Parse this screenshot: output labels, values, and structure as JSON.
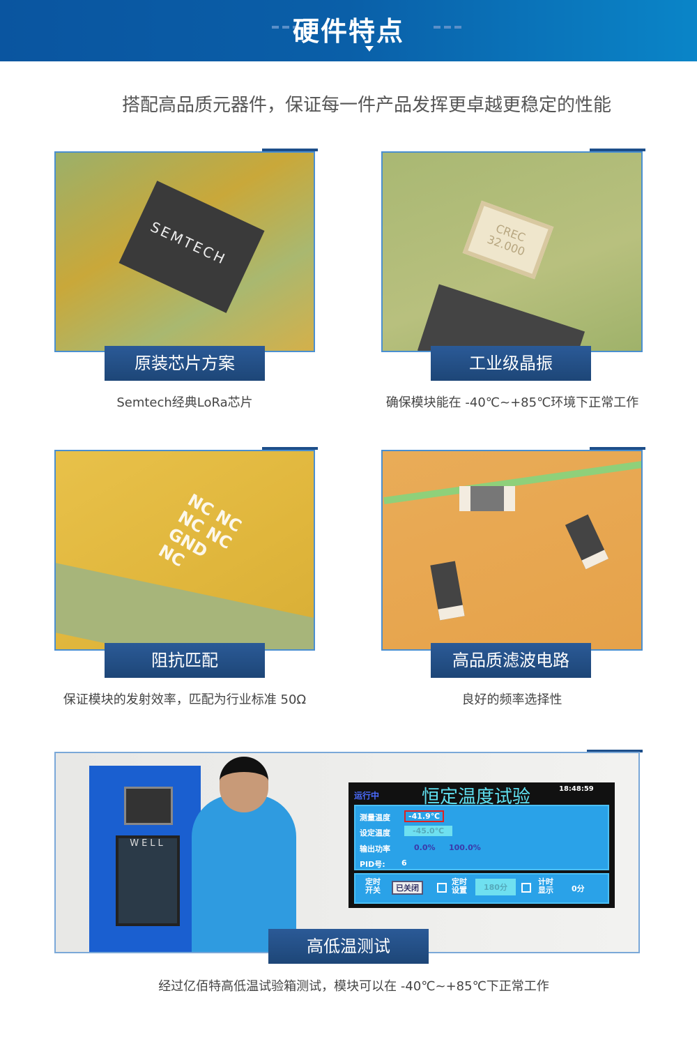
{
  "header": {
    "title": "硬件特点"
  },
  "subtitle": "搭配高品质元器件，保证每一件产品发挥更卓越更稳定的性能",
  "features": [
    {
      "label": "原装芯片方案",
      "caption": "Semtech经典LoRa芯片",
      "image_text": "SEMTECH"
    },
    {
      "label": "工业级晶振",
      "caption": "确保模块能在 -40℃~+85℃环境下正常工作",
      "image_text": "CREC 32.000"
    },
    {
      "label": "阻抗匹配",
      "caption": "保证模块的发射效率，匹配为行业标准 50Ω",
      "image_text": "NC NC NC NC GND NC"
    },
    {
      "label": "高品质滤波电路",
      "caption": "良好的频率选择性"
    }
  ],
  "test": {
    "label": "高低温测试",
    "caption": "经过亿佰特高低温试验箱测试，模块可以在 -40℃~+85℃下正常工作",
    "chamber_brand": "WELL",
    "screen": {
      "status": "运行中",
      "title": "恒定温度试验",
      "time": "18:48:59",
      "measured_label": "测量温度",
      "measured": "-41.9℃",
      "set_label": "设定温度",
      "set": "-45.0℃",
      "power_label": "输出功率",
      "power1": "0.0%",
      "power2": "100.0%",
      "pid_label": "PID号:",
      "pid": "6",
      "timer_switch_label": "定时开关",
      "timer_switch": "已关闭",
      "timer_set_label": "定时设置",
      "timer_set": "180分",
      "timer_display_label": "计时显示",
      "timer_display": "0分"
    }
  }
}
